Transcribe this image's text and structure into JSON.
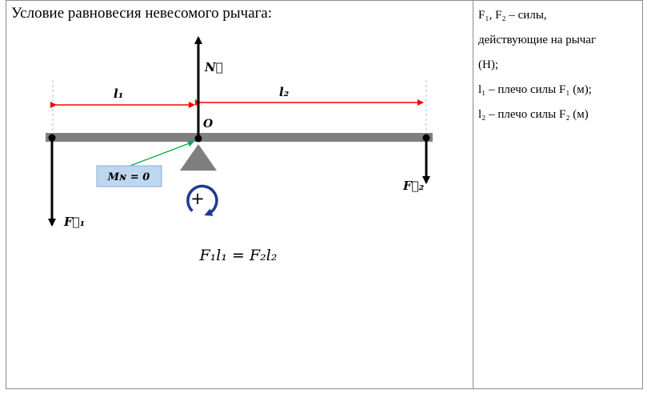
{
  "title": "Условие равновесия невесомого рычага:",
  "legend": [
    "F₁, F₂ – силы,",
    "действующие на рычаг",
    "(Н);",
    "l₁ – плечо силы F₁ (м);",
    "l₂ – плечо силы F₂ (м)"
  ],
  "diagram": {
    "force_N": "N⃗",
    "pivot": "O",
    "arm_1": "l₁",
    "arm_2": "l₂",
    "force_1": "F⃗₁",
    "force_2": "F⃗₂",
    "moment_label": "Mɴ = 0",
    "rotation_sign": "+",
    "equation": "F₁l₁ = F₂l₂"
  },
  "colors": {
    "lever": "#7f7f7f",
    "arm_arrows": "#ff0000",
    "moment_arrow": "#00b050",
    "moment_box": "#bdd7ee",
    "rotation": "#1f3a93",
    "support": "#7f7f7f"
  }
}
